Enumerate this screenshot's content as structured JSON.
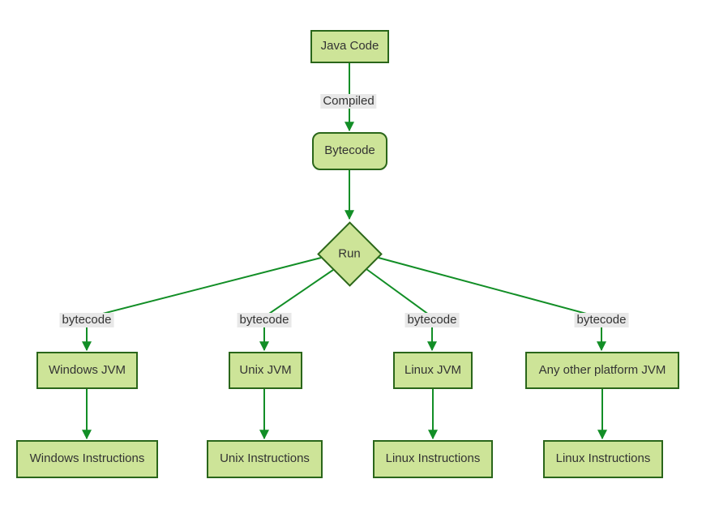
{
  "diagram": {
    "type": "flowchart",
    "colors": {
      "node_fill": "#cde498",
      "node_border": "#2a661a",
      "line": "#128e26",
      "text": "#333333",
      "edge_label_bg": "#e8e8e8",
      "background": "#ffffff"
    },
    "nodes": [
      {
        "id": "java-code",
        "label": "Java Code",
        "shape": "rect"
      },
      {
        "id": "bytecode",
        "label": "Bytecode",
        "shape": "rounded-rect"
      },
      {
        "id": "run",
        "label": "Run",
        "shape": "diamond"
      },
      {
        "id": "windows-jvm",
        "label": "Windows JVM",
        "shape": "rect"
      },
      {
        "id": "unix-jvm",
        "label": "Unix JVM",
        "shape": "rect"
      },
      {
        "id": "linux-jvm",
        "label": "Linux JVM",
        "shape": "rect"
      },
      {
        "id": "any-other-platform-jvm",
        "label": "Any other platform JVM",
        "shape": "rect"
      },
      {
        "id": "windows-instructions",
        "label": "Windows Instructions",
        "shape": "rect"
      },
      {
        "id": "unix-instructions",
        "label": "Unix Instructions",
        "shape": "rect"
      },
      {
        "id": "linux-instructions-1",
        "label": "Linux Instructions",
        "shape": "rect"
      },
      {
        "id": "linux-instructions-2",
        "label": "Linux Instructions",
        "shape": "rect"
      }
    ],
    "edges": [
      {
        "from": "java-code",
        "to": "bytecode",
        "label": "Compiled"
      },
      {
        "from": "bytecode",
        "to": "run",
        "label": ""
      },
      {
        "from": "run",
        "to": "windows-jvm",
        "label": "bytecode"
      },
      {
        "from": "run",
        "to": "unix-jvm",
        "label": "bytecode"
      },
      {
        "from": "run",
        "to": "linux-jvm",
        "label": "bytecode"
      },
      {
        "from": "run",
        "to": "any-other-platform-jvm",
        "label": "bytecode"
      },
      {
        "from": "windows-jvm",
        "to": "windows-instructions",
        "label": ""
      },
      {
        "from": "unix-jvm",
        "to": "unix-instructions",
        "label": ""
      },
      {
        "from": "linux-jvm",
        "to": "linux-instructions-1",
        "label": ""
      },
      {
        "from": "any-other-platform-jvm",
        "to": "linux-instructions-2",
        "label": ""
      }
    ]
  }
}
